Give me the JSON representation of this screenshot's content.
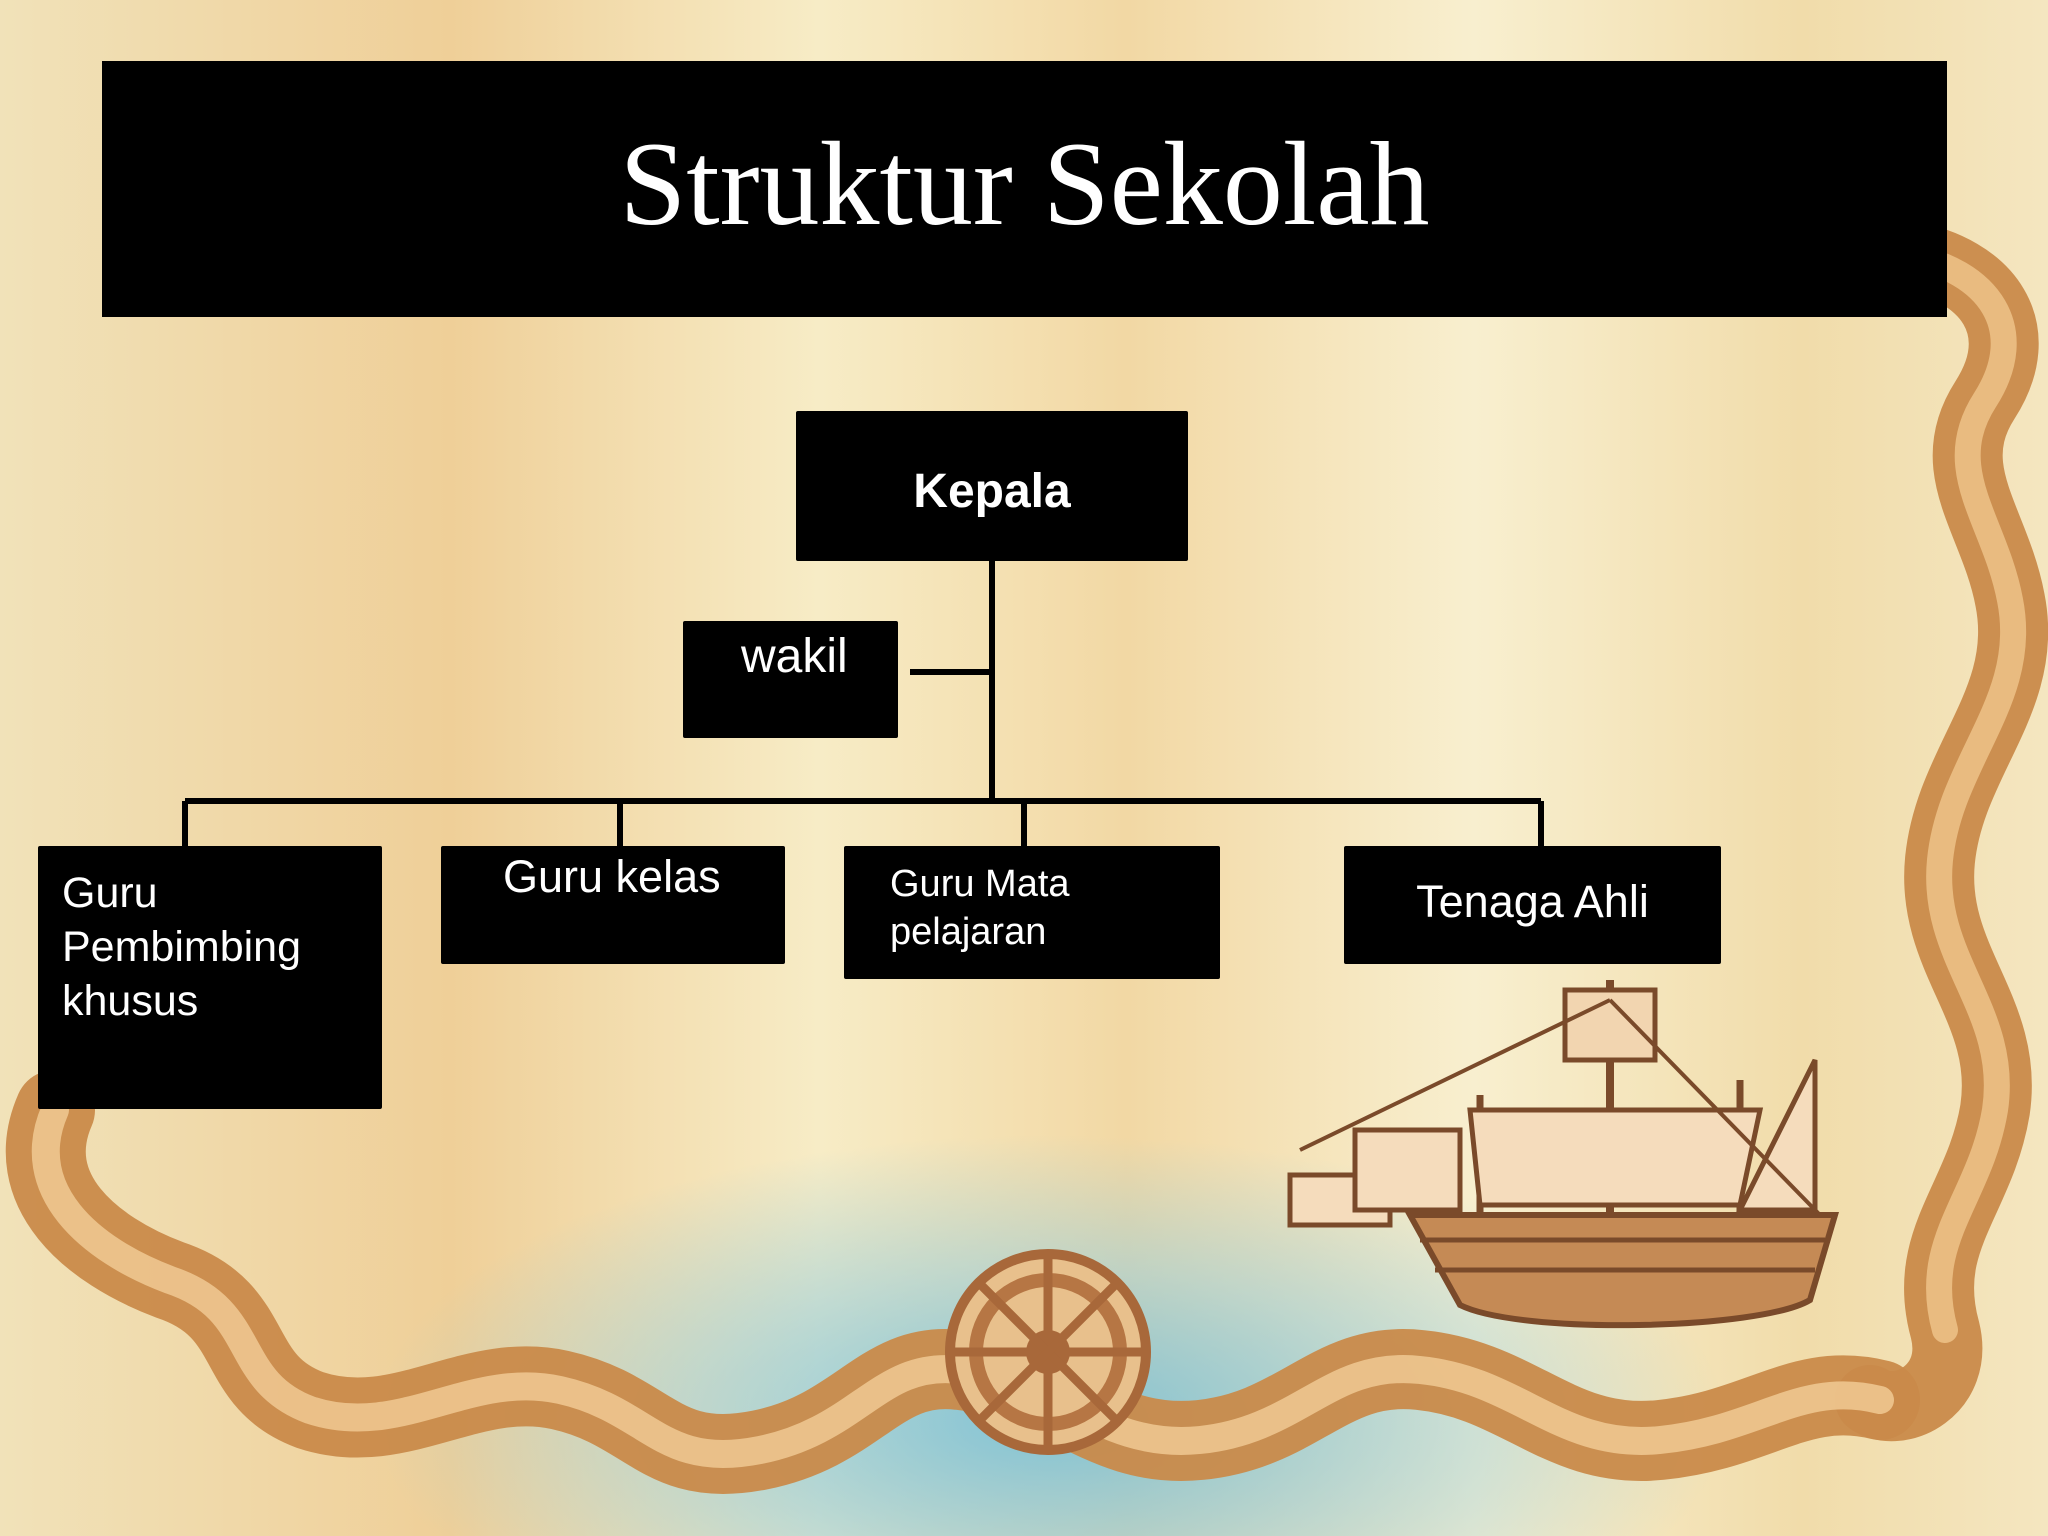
{
  "slide": {
    "title": "Struktur Sekolah"
  },
  "org_chart": {
    "root": "Kepala",
    "assistant": "wakil",
    "children": [
      "Guru\nPembimbing\nkhusus",
      "Guru kelas",
      "Guru Mata\npelajaran",
      "Tenaga Ahli"
    ]
  },
  "decorations": {
    "ribbon_color": "#c98a4a",
    "sea_color": "#6fbfdc",
    "icons": [
      "ribbon-border-decoration",
      "ship-wheel-icon",
      "sailing-ship-icon"
    ]
  }
}
